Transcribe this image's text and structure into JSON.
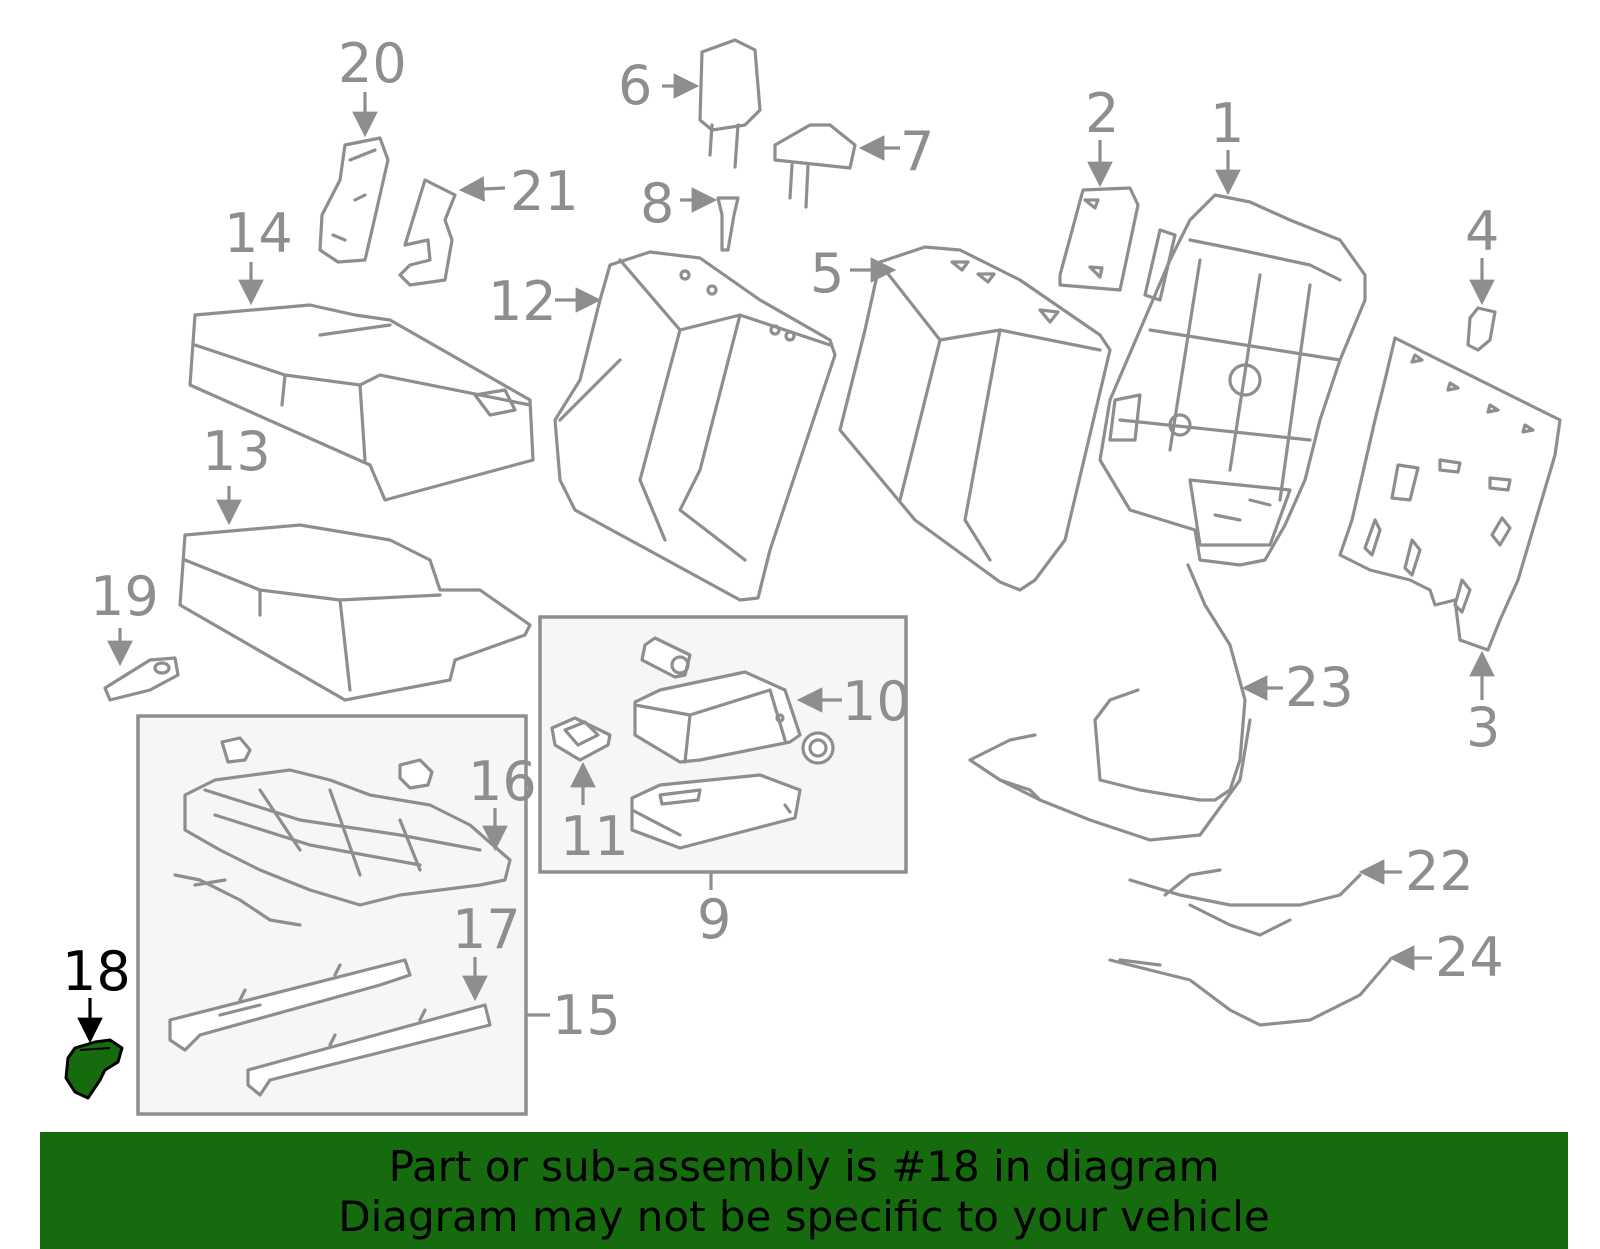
{
  "highlight_color": "#166b0f",
  "highlighted_part": "18",
  "callouts": {
    "c1": "1",
    "c2": "2",
    "c3": "3",
    "c4": "4",
    "c5": "5",
    "c6": "6",
    "c7": "7",
    "c8": "8",
    "c9": "9",
    "c10": "10",
    "c11": "11",
    "c12": "12",
    "c13": "13",
    "c14": "14",
    "c15": "15",
    "c16": "16",
    "c17": "17",
    "c18": "18",
    "c19": "19",
    "c20": "20",
    "c21": "21",
    "c22": "22",
    "c23": "23",
    "c24": "24"
  },
  "banner": {
    "line1": "Part or sub-assembly is #18 in diagram",
    "line2": "Diagram may not be specific to your vehicle"
  }
}
